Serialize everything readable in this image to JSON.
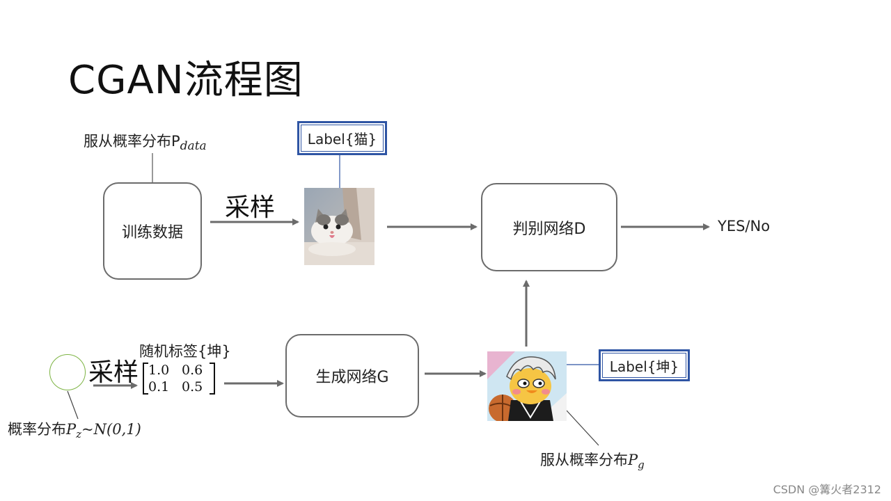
{
  "title": "CGAN流程图",
  "nodes": {
    "training_data": "训练数据",
    "discriminator": "判别网络D",
    "generator": "生成网络G"
  },
  "labels": {
    "real_label": "Label{猫}",
    "fake_label": "Label{坤}",
    "random_label": "随机标签{坤}"
  },
  "annotations": {
    "pdata_prefix": "服从概率分布P",
    "pdata_sub": "data",
    "pg_prefix": "服从概率分布",
    "pg_var": "P",
    "pg_sub": "g",
    "pz_prefix": "概率分布",
    "pz_var": "P",
    "pz_sub": "z",
    "pz_suffix": "~N(0,1)",
    "sample_top": "采样",
    "sample_bottom": "采样",
    "output": "YES/No"
  },
  "matrix": [
    "1.0",
    "0.6",
    "0.1",
    "0.5"
  ],
  "watermark": "CSDN @篝火者2312",
  "images": {
    "real_image": "cat-photo",
    "fake_image": "cartoon-chick-character"
  },
  "colors": {
    "arrow": "#6b6b6b",
    "label_border": "#2f55a4",
    "noise_circle": "#7cb342"
  }
}
